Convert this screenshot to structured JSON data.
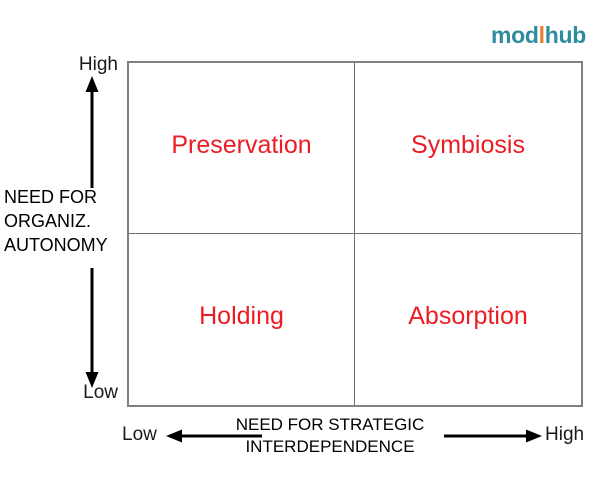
{
  "brand": {
    "part1": "mod",
    "part2": "l",
    "part3": "hub",
    "teal": "#2d8c9e",
    "orange": "#ee7b2e"
  },
  "chart_data": {
    "type": "table",
    "title": "",
    "xlabel": "NEED FOR STRATEGIC INTERDEPENDENCE",
    "ylabel": "NEED FOR ORGANIZ. AUTONOMY",
    "x_axis": {
      "line1": "NEED FOR STRATEGIC",
      "line2": "INTERDEPENDENCE",
      "low": "Low",
      "high": "High"
    },
    "y_axis": {
      "line1": "NEED FOR",
      "line2": "ORGANIZ.",
      "line3": "AUTONOMY",
      "low": "Low",
      "high": "High"
    },
    "quadrant_color": "#ec1c24",
    "quadrants": [
      {
        "id": "top-left",
        "label": "Preservation",
        "x": "Low",
        "y": "High"
      },
      {
        "id": "top-right",
        "label": "Symbiosis",
        "x": "High",
        "y": "High"
      },
      {
        "id": "bottom-left",
        "label": "Holding",
        "x": "Low",
        "y": "Low"
      },
      {
        "id": "bottom-right",
        "label": "Absorption",
        "x": "High",
        "y": "Low"
      }
    ]
  }
}
